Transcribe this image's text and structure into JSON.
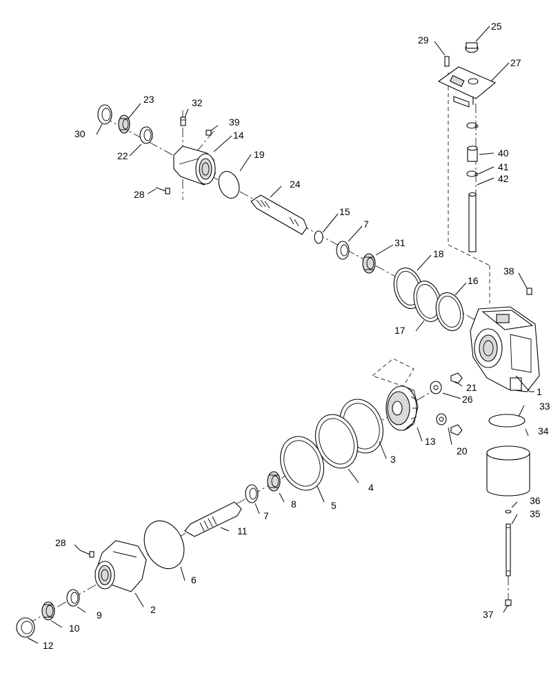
{
  "callouts": {
    "c1": "1",
    "c2": "2",
    "c3": "3",
    "c4": "4",
    "c5": "5",
    "c6": "6",
    "c7a": "7",
    "c7b": "7",
    "c8": "8",
    "c9": "9",
    "c10": "10",
    "c11": "11",
    "c12": "12",
    "c13": "13",
    "c14": "14",
    "c15": "15",
    "c16": "16",
    "c17": "17",
    "c18": "18",
    "c19": "19",
    "c20": "20",
    "c21": "21",
    "c22": "22",
    "c23": "23",
    "c24": "24",
    "c25": "25",
    "c26": "26",
    "c27": "27",
    "c28a": "28",
    "c28b": "28",
    "c29": "29",
    "c30": "30",
    "c31": "31",
    "c32": "32",
    "c33": "33",
    "c34": "34",
    "c35": "35",
    "c36": "36",
    "c37": "37",
    "c38": "38",
    "c39": "39",
    "c40": "40",
    "c41": "41",
    "c42": "42"
  }
}
